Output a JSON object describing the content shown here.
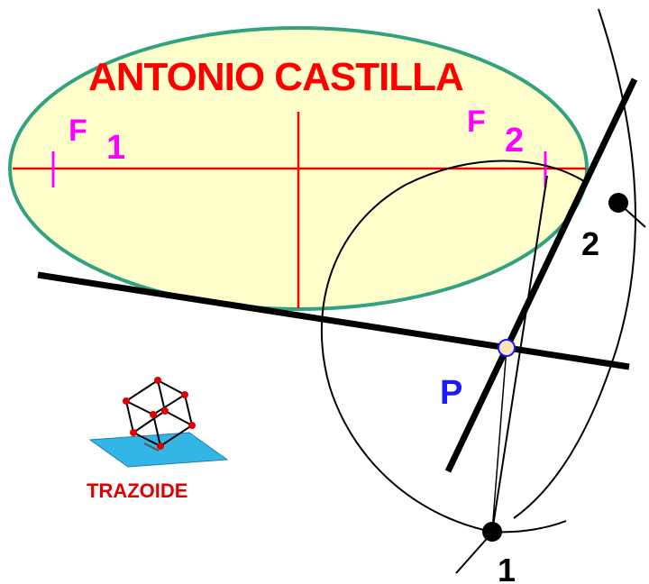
{
  "author": "ANTONIO CASTILLA",
  "foci": {
    "f1": {
      "letter": "F",
      "index": "1"
    },
    "f2": {
      "letter": "F",
      "index": "2"
    }
  },
  "points": {
    "one": "1",
    "two": "2",
    "p": "P"
  },
  "logo": {
    "text": "TRAZOIDE"
  },
  "colors": {
    "ellipse_fill": "#ffffcc",
    "ellipse_stroke": "#33a27f",
    "axes": "#ff0000",
    "focus": "#ff00ff",
    "construction": "#000000",
    "point_p": "#1a1aff",
    "logo_plane": "#33b5e5",
    "logo_text": "#e00000"
  }
}
